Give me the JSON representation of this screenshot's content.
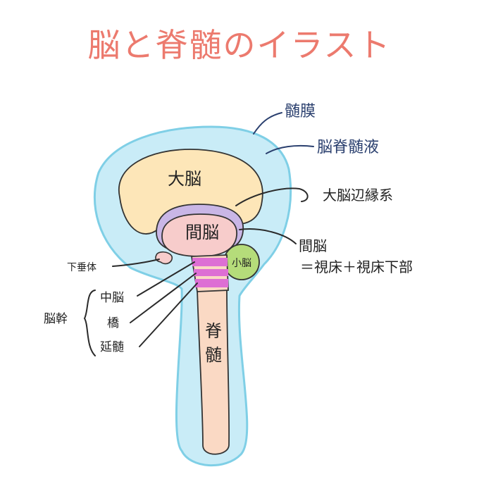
{
  "title": "脳と脊髄のイラスト",
  "labels": {
    "meninges": "髄膜",
    "csf": "脳脊髄液",
    "cerebrum": "大脳",
    "limbic": "大脳辺縁系",
    "diencephalon": "間脳",
    "diencephalon_note": "間脳",
    "diencephalon_note2": "＝視床＋視床下部",
    "pituitary": "下垂体",
    "cerebellum": "小脳",
    "brainstem": "脳幹",
    "midbrain": "中脳",
    "pons": "橋",
    "medulla": "延髄",
    "spinal_cord_1": "脊",
    "spinal_cord_2": "髄"
  },
  "colors": {
    "title": "#ec7a6e",
    "csf_fill": "#c9ecf7",
    "outline_blue": "#7fcfe6",
    "cerebrum": "#fde6b8",
    "limbic": "#c9b6e6",
    "diencephalon": "#f7cccb",
    "brainstem_stripes": "#dd6fd4",
    "cerebellum": "#b5dc7a",
    "spinal_cord": "#fad9c4",
    "meninges_labels": "#2a3f6e"
  }
}
